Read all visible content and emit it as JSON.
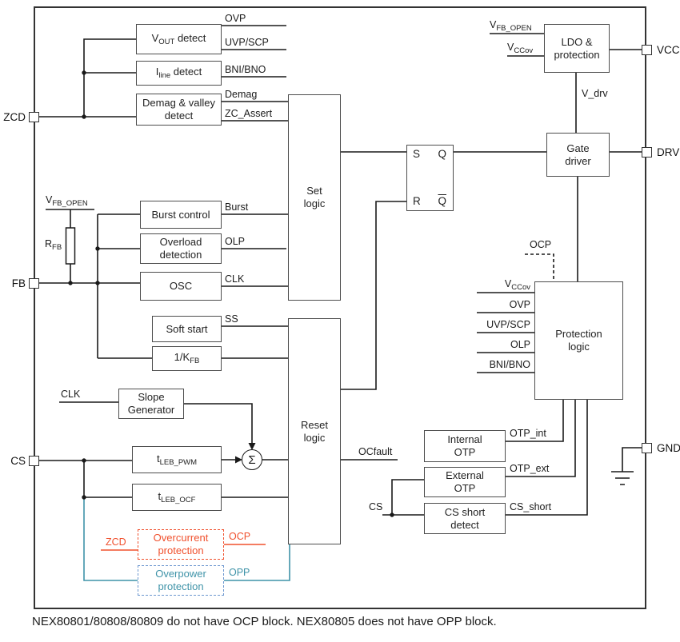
{
  "caption": "NEX80801/80808/80809 do not have OCP block. NEX80805 does not have OPP block.",
  "pins": {
    "zcd": "ZCD",
    "fb": "FB",
    "cs": "CS",
    "vcc": "VCC",
    "drv": "DRV",
    "gnd": "GND"
  },
  "blocks": {
    "vout_detect": {
      "base": "V",
      "sub": "OUT",
      "rest": " detect"
    },
    "iline_detect": {
      "base": "I",
      "sub": "line",
      "rest": " detect"
    },
    "demag_valley": {
      "line1": "Demag & valley",
      "line2": "detect"
    },
    "burst_control": {
      "label": "Burst control"
    },
    "overload_detection": {
      "line1": "Overload",
      "line2": "detection"
    },
    "osc": {
      "label": "OSC"
    },
    "soft_start": {
      "label": "Soft start"
    },
    "k_fb": {
      "base": "1/K",
      "sub": "FB"
    },
    "slope_generator": {
      "line1": "Slope",
      "line2": "Generator"
    },
    "tleb_pwm": {
      "base": "t",
      "sub": "LEB_PWM"
    },
    "tleb_ocf": {
      "base": "t",
      "sub": "LEB_OCF"
    },
    "overcurrent_protection": {
      "line1": "Overcurrent",
      "line2": "protection"
    },
    "overpower_protection": {
      "line1": "Overpower",
      "line2": "protection"
    },
    "set_logic": {
      "line1": "Set",
      "line2": "logic"
    },
    "reset_logic": {
      "line1": "Reset",
      "line2": "logic"
    },
    "sr_latch": {
      "s": "S",
      "q": "Q",
      "r": "R",
      "qbar": "Q"
    },
    "ldo": {
      "line1": "LDO &",
      "line2": "protection"
    },
    "gate_driver": {
      "line1": "Gate",
      "line2": "driver"
    },
    "protection_logic": {
      "line1": "Protection",
      "line2": "logic"
    },
    "internal_otp": {
      "line1": "Internal",
      "line2": "OTP"
    },
    "external_otp": {
      "line1": "External",
      "line2": "OTP"
    },
    "cs_short_detect": {
      "line1": "CS short",
      "line2": "detect"
    }
  },
  "signals": {
    "ovp": "OVP",
    "uvp_scp": "UVP/SCP",
    "bni_bno": "BNI/BNO",
    "demag": "Demag",
    "zc_assert": "ZC_Assert",
    "burst": "Burst",
    "olp": "OLP",
    "clk": "CLK",
    "ss": "SS",
    "clk_slope": "CLK",
    "sigma": "Σ",
    "ocfault": "OCfault",
    "ocp": "OCP",
    "opp": "OPP",
    "zcd_in": "ZCD",
    "ocp_dashed": "OCP",
    "vfb_open": {
      "base": "V",
      "sub": "FB_OPEN"
    },
    "rfb": {
      "base": "R",
      "sub": "FB"
    },
    "ldo_vfb_open": {
      "base": "V",
      "sub": "FB_OPEN"
    },
    "ldo_vccov": {
      "base": "V",
      "sub": "CCov"
    },
    "prot_vccov": {
      "base": "V",
      "sub": "CCov"
    },
    "prot_ovp": "OVP",
    "prot_uvp_scp": "UVP/SCP",
    "prot_olp": "OLP",
    "prot_bni_bno": "BNI/BNO",
    "v_drv": "V_drv",
    "otp_int": "OTP_int",
    "otp_ext": "OTP_ext",
    "cs_short": "CS_short",
    "cs_in": "CS"
  },
  "colors": {
    "wire": "#1a1a1a",
    "red": "#f0502d",
    "teal": "#3f93a8"
  }
}
